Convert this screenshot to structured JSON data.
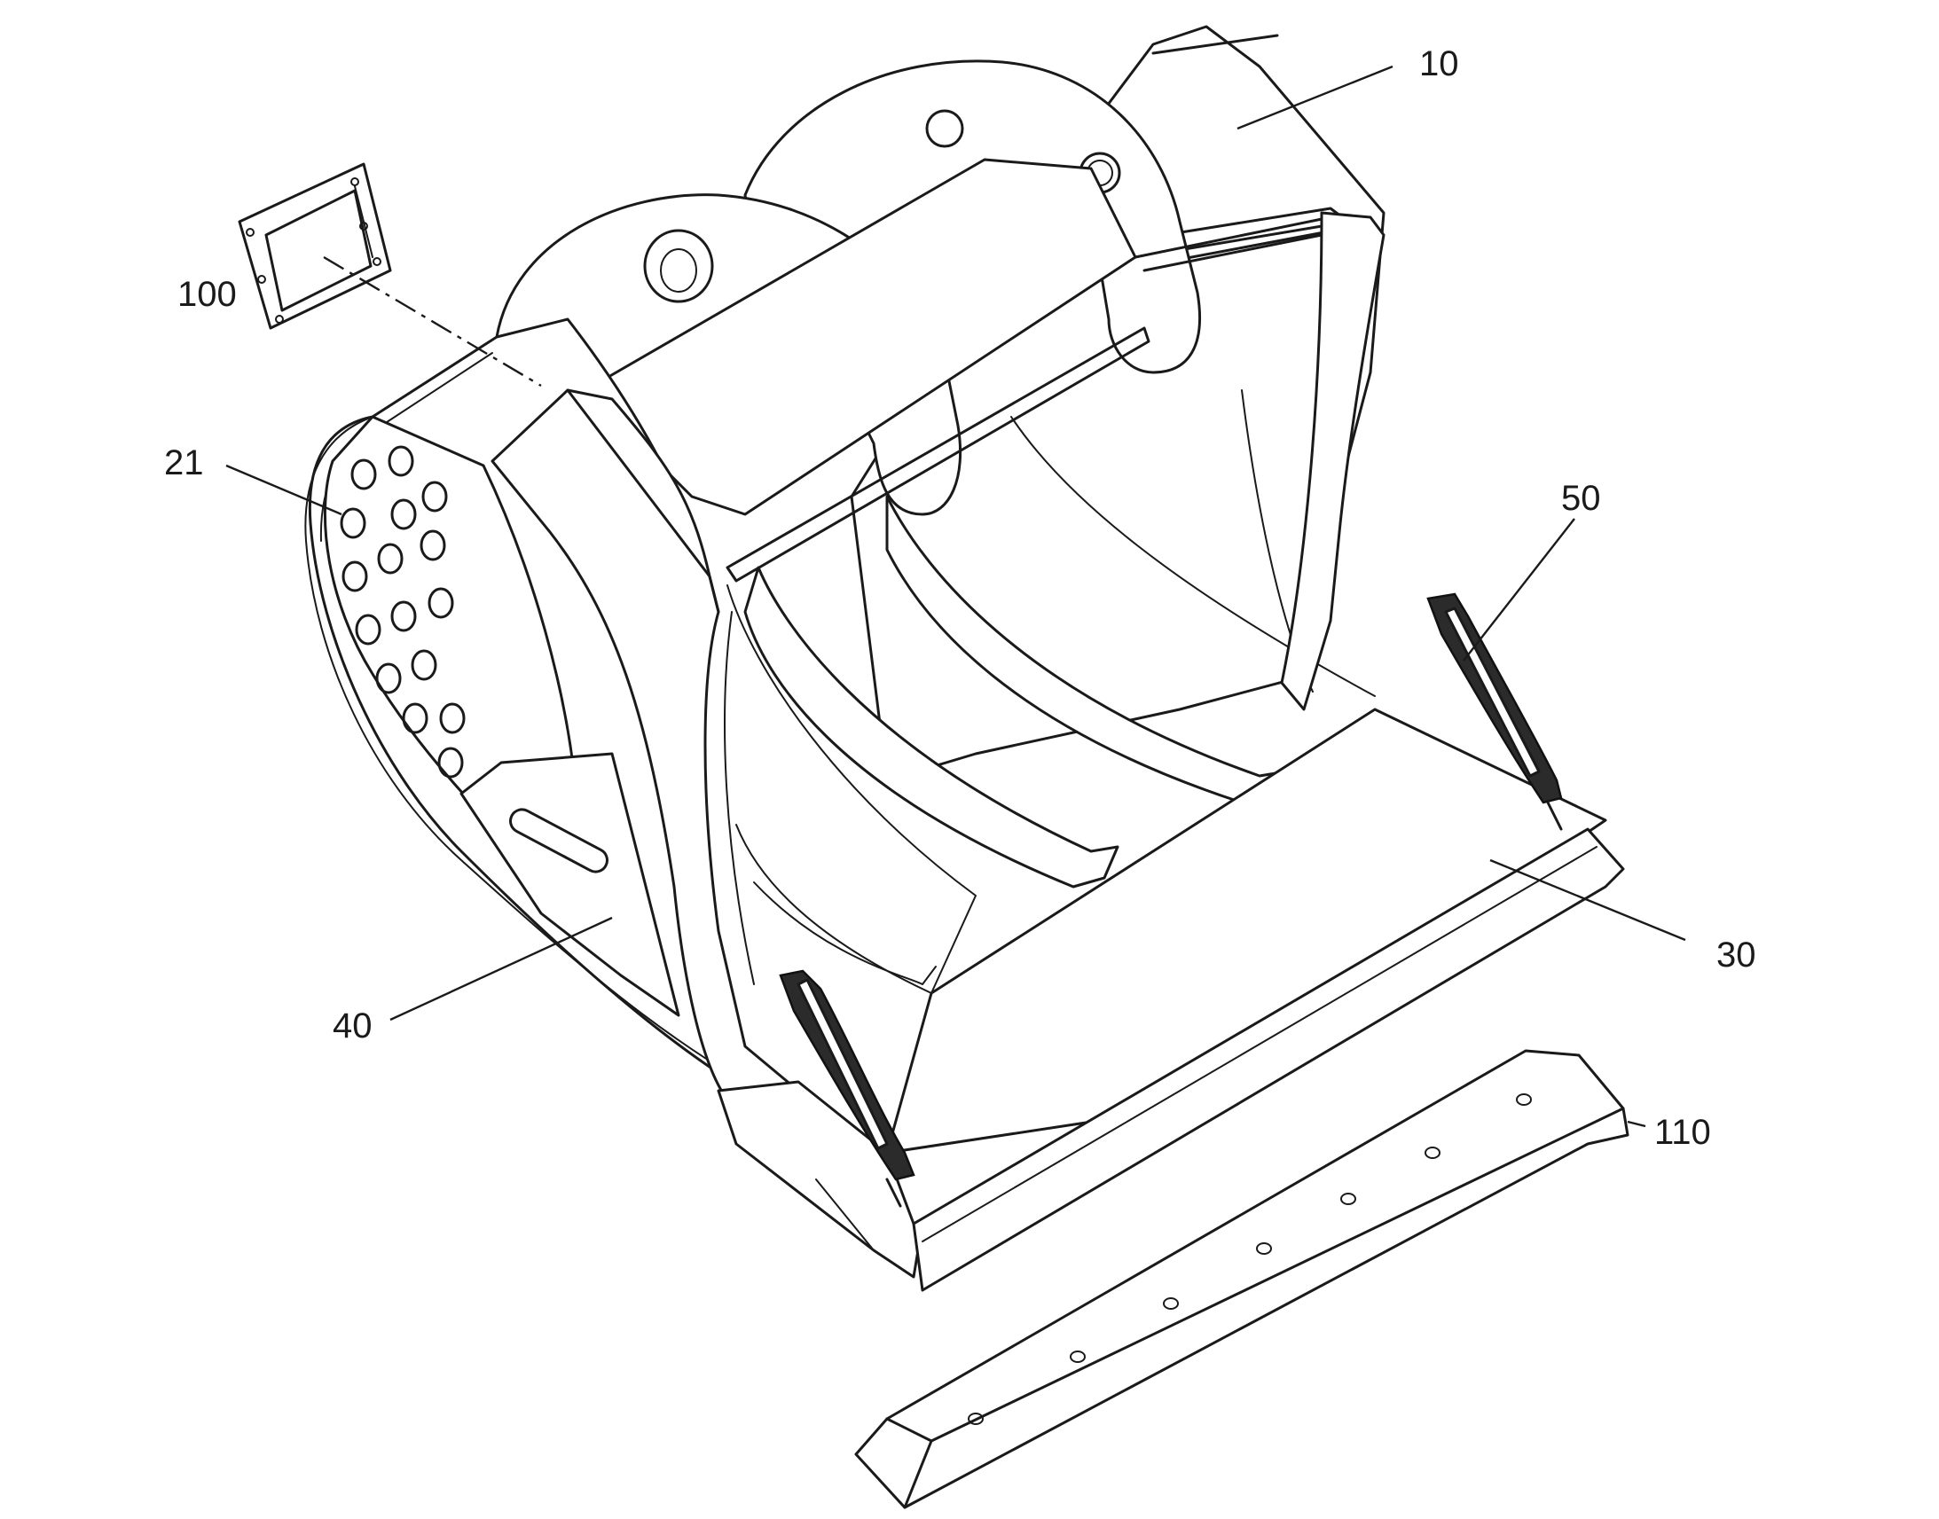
{
  "figure": {
    "labels": {
      "bucket_body": "10",
      "side_plate": "21",
      "bottom_plate": "30",
      "side_wear_plate": "40",
      "adapter": "50",
      "plate_component": "100",
      "cutting_edge": "110"
    },
    "colors": {
      "line": "#1a1a1a",
      "background": "#ffffff",
      "hardware": "#2b2b2b"
    }
  }
}
